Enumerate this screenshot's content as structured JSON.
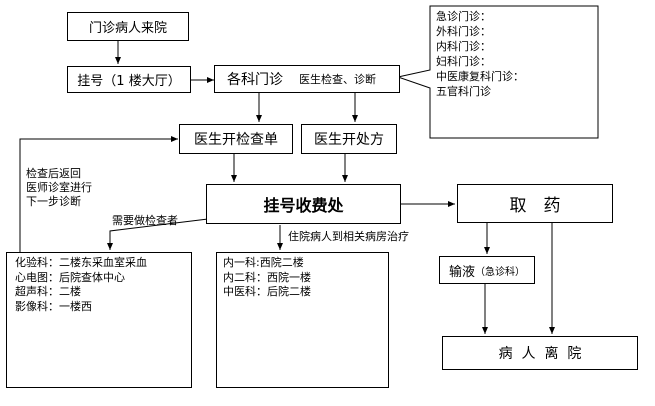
{
  "nodes": {
    "arrival": "门诊病人来院",
    "registration": "挂号（1 楼大厅）",
    "departments": "各科门诊",
    "exam_diag": "医生检查、诊断",
    "exam_order": "医生开检查单",
    "prescription": "医生开处方",
    "cashier": "挂号收费处",
    "pharmacy": "取　药",
    "infusion": "输液",
    "infusion_note": "（急诊科）",
    "leave": "病  人  离  院"
  },
  "clinics": [
    "急诊门诊：",
    "外科门诊：",
    "内科门诊：",
    "妇科门诊：",
    "中医康复科门诊：",
    "五官科门诊"
  ],
  "labels": {
    "return_after_exam": "检查后返回\n医师诊室进行\n下一步诊断",
    "need_exam": "需要做检查者",
    "inpatient_to_ward": "住院病人到相关病房治疗"
  },
  "lab_locations": [
    "化验科：二楼东采血室采血",
    "心电图：后院查体中心",
    "超声科：二楼",
    "影像科：一楼西"
  ],
  "ward_locations": [
    "内一科:西院二楼",
    "内二科：西院一楼",
    "中医科：后院二楼"
  ]
}
